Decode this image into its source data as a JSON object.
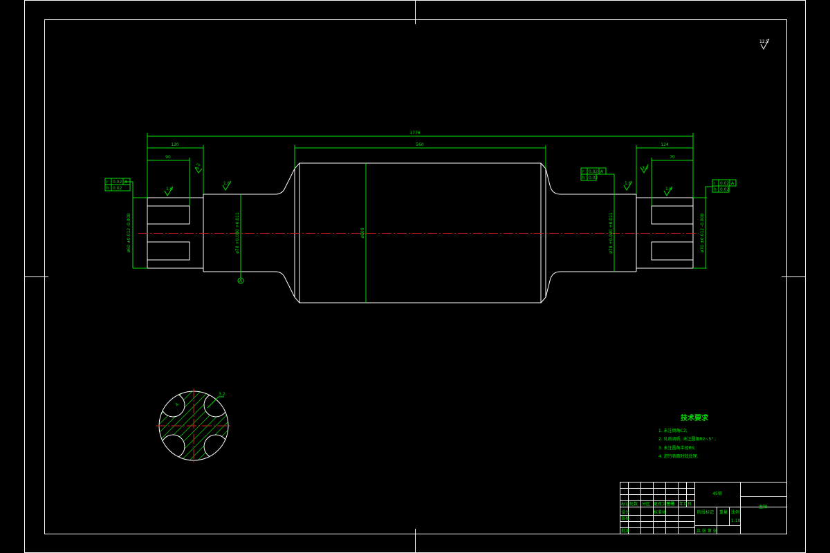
{
  "drawing": {
    "colors": {
      "background": "#000000",
      "outline": "#ffffff",
      "annotation": "#00e000",
      "centerline": "#d01c1c"
    },
    "dimensions": {
      "overall_length": "1776",
      "left_journal": "120",
      "left_keyway": "90",
      "body_length": "560",
      "right_journal": "124",
      "right_keyway": "70",
      "body_diameter": "ø800",
      "left_end_dia": "ø60 ±0.012 -0.008",
      "left_shoulder_dia": "ø70 +0.030 +0.011",
      "right_shoulder_dia": "ø70 +0.030 +0.011",
      "right_end_dia": "ø70 ±0.012 -0.008"
    },
    "roughness": {
      "general": "12.5",
      "r1": "3.2",
      "r2": "1.6",
      "r3": "1.6",
      "r4": "1.6",
      "r5": "1.6",
      "r6": "1.6",
      "r7": "3.2",
      "section": "3.2",
      "section_label": "A"
    },
    "tolerance_boxes": {
      "left_top": [
        "r",
        "0.02",
        "A"
      ],
      "left_bottom": [
        "h",
        "0.02",
        ""
      ],
      "right_top": [
        "r",
        "0.02",
        "A"
      ],
      "right_bottom": [
        "h",
        "0.02",
        ""
      ],
      "far_right_top": [
        "r",
        "0.02",
        "A"
      ],
      "far_right_bottom": [
        "h",
        "0.02",
        ""
      ]
    },
    "datum_label": "A"
  },
  "tech": {
    "title": "技术要求",
    "items": [
      "1. 未注倒角C2;",
      "2. 轧前调质, 未注圆角R2~5° ;",
      "3. 未注圆角半径R5;",
      "4. 进行表面时效处理."
    ]
  },
  "title_block": {
    "material": "45钢",
    "part_name": "主轴",
    "scale": "1:10",
    "col1": "标记",
    "col2": "处数",
    "col3": "分区",
    "col4": "更改文件号",
    "col5": "签名",
    "col6": "年月日",
    "row_design": "设计",
    "row_check": "审核",
    "row_approve": "批准",
    "row_std": "标准化",
    "stage": "阶段标记",
    "weight": "重量",
    "ratio": "比例",
    "sheet": "共 张 第 张"
  }
}
